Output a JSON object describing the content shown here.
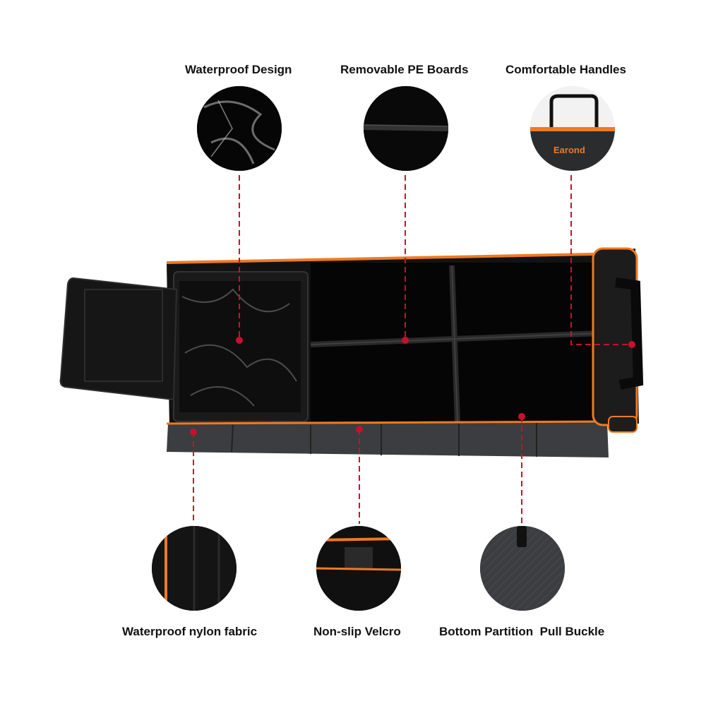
{
  "labels": {
    "waterproof_design": "Waterproof Design",
    "removable_pe_boards": "Removable PE Boards",
    "comfortable_handles": "Comfortable Handles",
    "waterproof_nylon_fabric": "Waterproof nylon fabric",
    "non_slip_velcro": "Non-slip Velcro",
    "bottom_partition_pull_buckle": "Bottom Partition  Pull Buckle"
  },
  "brand": {
    "name": "Earond"
  },
  "colors": {
    "accent_orange": "#ef7a22",
    "pointer_red": "#c8102e",
    "bag_black": "#121212",
    "panel_gray": "#3b3d40"
  }
}
